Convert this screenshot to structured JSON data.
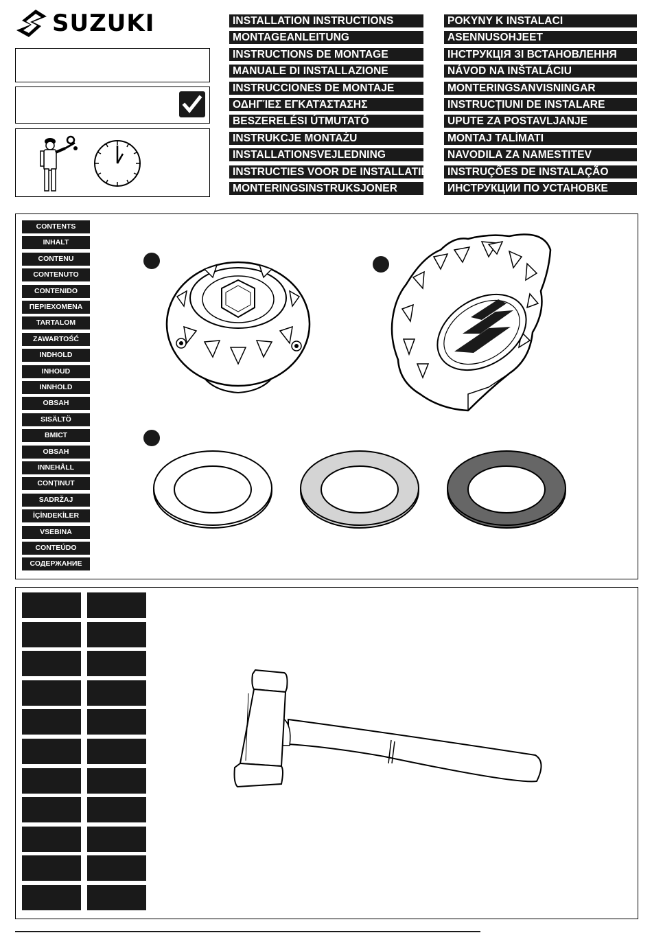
{
  "brand": {
    "name": "SUZUKI"
  },
  "titles_left": [
    "INSTALLATION INSTRUCTIONS",
    "MONTAGEANLEITUNG",
    "INSTRUCTIONS DE MONTAGE",
    "MANUALE DI INSTALLAZIONE",
    "INSTRUCCIONES DE MONTAJE",
    "ΟΔΗΓΊΕΣ ΕΓΚΑΤΆΣΤΑΣΗΣ",
    "BESZERELÉSI ÚTMUTATÓ",
    "INSTRUKCJE MONTAŻU",
    "INSTALLATIONSVEJLEDNING",
    "INSTRUCTIES VOOR DE INSTALLATIE",
    "MONTERINGSINSTRUKSJONER"
  ],
  "titles_right": [
    "POKYNY K INSTALACI",
    "ASENNUSOHJEET",
    "ІНСТРУКЦІЯ ЗІ ВСТАНОВЛЕННЯ",
    "NÁVOD NA INŠTALÁCIU",
    "MONTERINGSANVISNINGAR",
    "INSTRUCȚIUNI DE INSTALARE",
    "UPUTE ZA POSTAVLJANJE",
    "MONTAJ TALİMATI",
    "NAVODILA ZA NAMESTITEV",
    "INSTRUÇÕES DE INSTALAÇÃO",
    "ИНСТРУКЦИИ ПО УСТАНОВКЕ"
  ],
  "contents_labels": [
    "CONTENTS",
    "INHALT",
    "CONTENU",
    "CONTENUTO",
    "CONTENIDO",
    "ΠΕΡΙΕΧΟΜΕΝΑ",
    "TARTALOM",
    "ZAWARTOŚĆ",
    "INDHOLD",
    "INHOUD",
    "INNHOLD",
    "OBSAH",
    "SISÄLTÖ",
    "ВМІСТ",
    "OBSAH",
    "INNEHÅLL",
    "CONȚINUT",
    "SADRŽAJ",
    "İÇİNDEKİLER",
    "VSEBINA",
    "CONTEÚDO",
    "СОДЕРЖАНИЕ"
  ],
  "icons": {
    "checkbox": "checkmark-icon",
    "mechanic": "mechanic-icon",
    "clock": "clock-icon",
    "hammer": "rubber-mallet-icon"
  },
  "colors": {
    "bar": "#1a1a1a",
    "washer_light": "#ffffff",
    "washer_mid": "#d4d4d4",
    "washer_dark": "#666666"
  }
}
